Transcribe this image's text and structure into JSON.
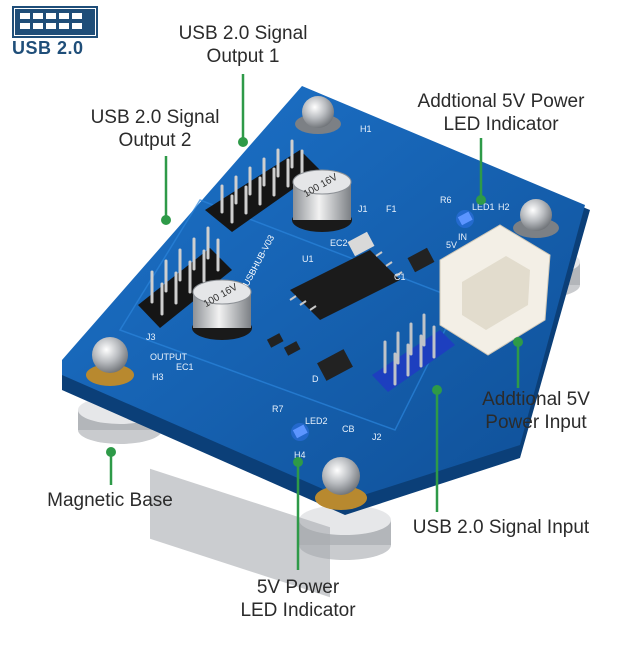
{
  "logo": {
    "text": "USB 2.0",
    "color": "#1f4e79"
  },
  "labels": {
    "signal_output_1": [
      "USB 2.0 Signal",
      "Output  1"
    ],
    "signal_output_2": [
      "USB 2.0 Signal",
      "Output  2"
    ],
    "additional_power_led": [
      "Addtional  5V Power",
      "LED  Indicator"
    ],
    "additional_power_input": [
      "Addtional 5V",
      "Power Input"
    ],
    "magnetic_base": [
      "Magnetic Base"
    ],
    "signal_input": [
      "USB 2.0 Signal Input"
    ],
    "power_led": [
      "5V Power",
      "LED  Indicator"
    ]
  },
  "board": {
    "model": "USBHUB-V03",
    "capacitor_label": "100 16V",
    "silkscreen": [
      "H1",
      "H2",
      "H3",
      "H4",
      "LED1",
      "LED2",
      "R6",
      "R7",
      "U1",
      "D",
      "C1",
      "J1",
      "J2",
      "J3",
      "EC1",
      "EC2",
      "F1",
      "CB",
      "OUTPUT",
      "5V",
      "IN"
    ]
  },
  "colors": {
    "pcb": "#1565b8",
    "leader_line": "#2e9a48",
    "label_text": "#2b2b2b",
    "led": "#3a7bff"
  }
}
